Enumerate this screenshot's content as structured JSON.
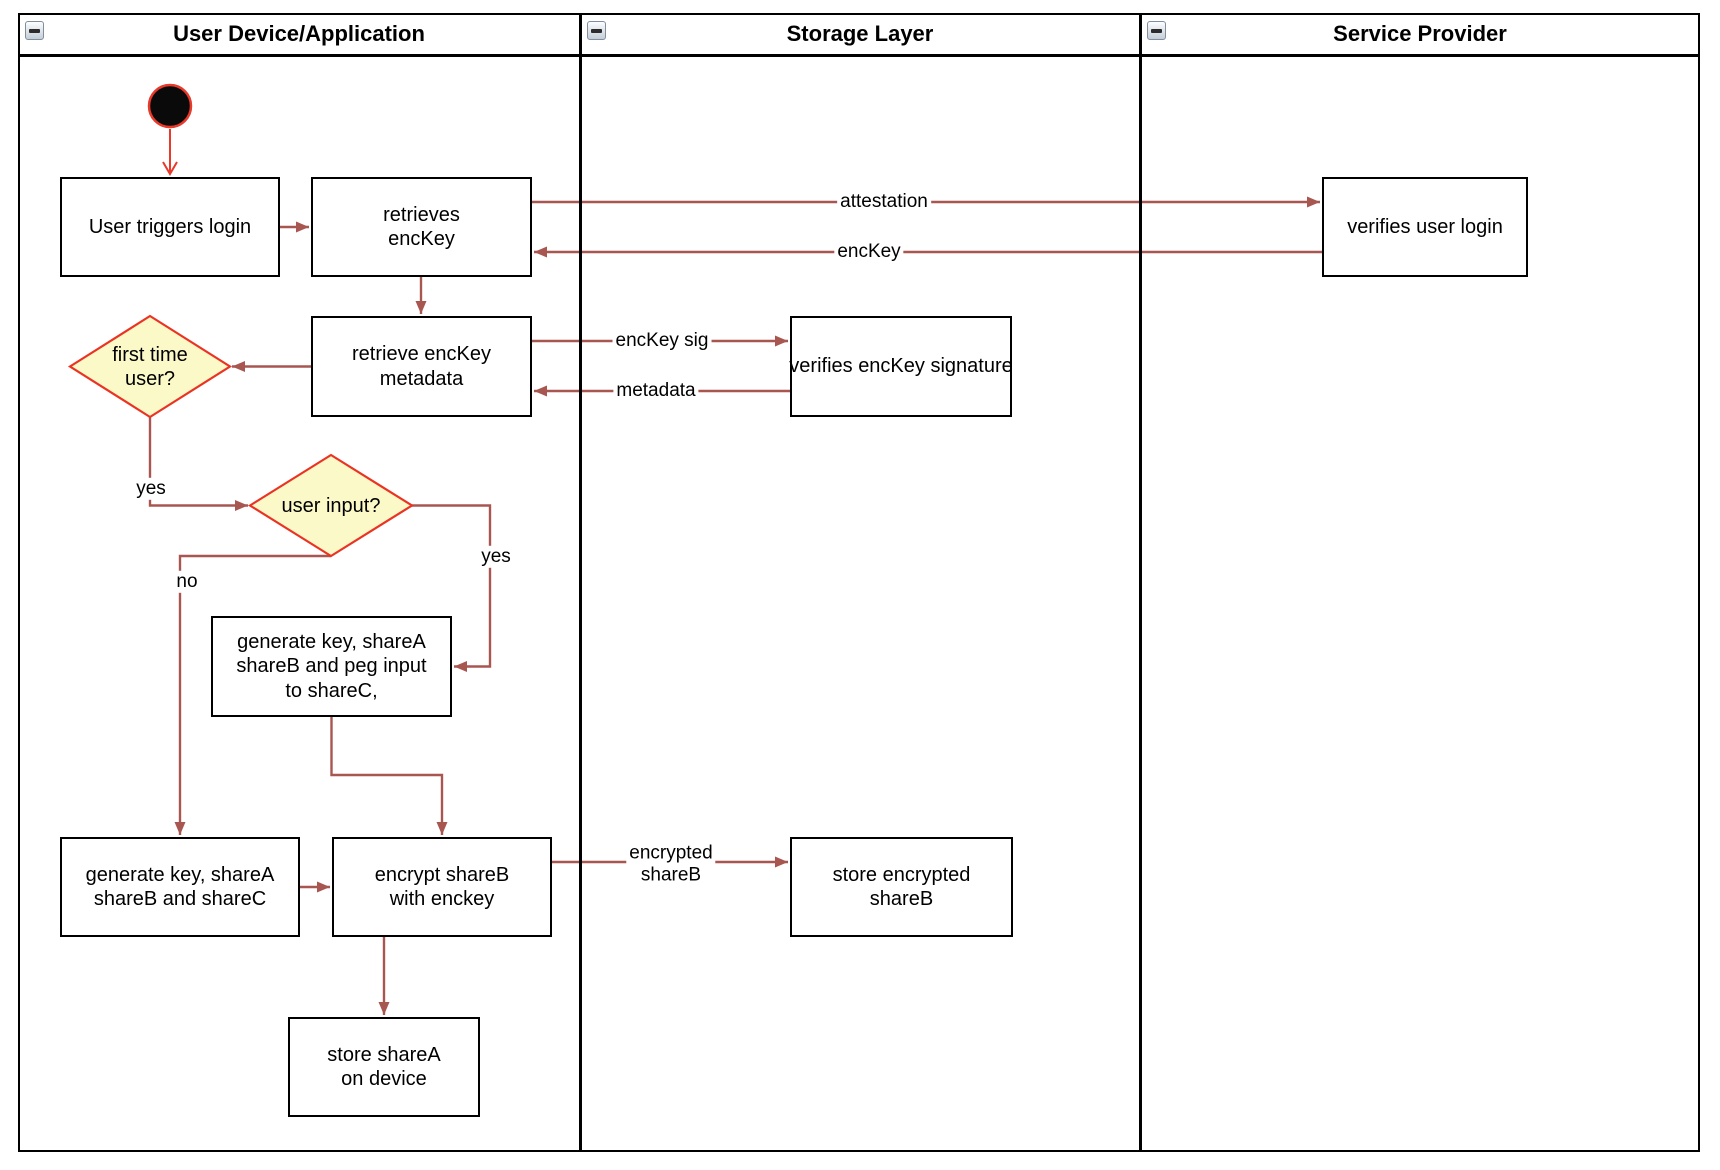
{
  "diagram": {
    "lanes": [
      {
        "title": "User Device/Application"
      },
      {
        "title": "Storage Layer"
      },
      {
        "title": "Service Provider"
      }
    ],
    "nodes": {
      "start": {
        "type": "initial-state"
      },
      "user_triggers_login": {
        "label": "User triggers login"
      },
      "retrieves_enckey": {
        "label": "retrieves\nencKey"
      },
      "retrieve_enckey_metadata": {
        "label": "retrieve encKey\nmetadata"
      },
      "first_time_user": {
        "label": "first time\nuser?"
      },
      "user_input": {
        "label": "user input?"
      },
      "generate_key_peg_input": {
        "label": "generate key, shareA\nshareB and peg input\nto shareC,"
      },
      "generate_key_sharec": {
        "label": "generate key, shareA\nshareB and shareC"
      },
      "encrypt_shareb": {
        "label": "encrypt shareB\nwith enckey"
      },
      "store_sharea": {
        "label": "store shareA\non device"
      },
      "verifies_enckey_signature": {
        "label": "verifies encKey signature"
      },
      "store_encrypted_shareb": {
        "label": "store encrypted\nshareB"
      },
      "verifies_user_login": {
        "label": "verifies user login"
      }
    },
    "edge_labels": {
      "attestation": "attestation",
      "enckey": "encKey",
      "enckey_sig": "encKey sig",
      "metadata": "metadata",
      "first_time_yes": "yes",
      "user_input_yes": "yes",
      "user_input_no": "no",
      "encrypted_shareb": "encrypted\nshareB"
    },
    "colors": {
      "edge": "#A85750",
      "start_accent": "#E8392B",
      "decision_fill": "#FCF9C9",
      "decision_border": "#EA3323",
      "node_border": "#000000"
    }
  }
}
